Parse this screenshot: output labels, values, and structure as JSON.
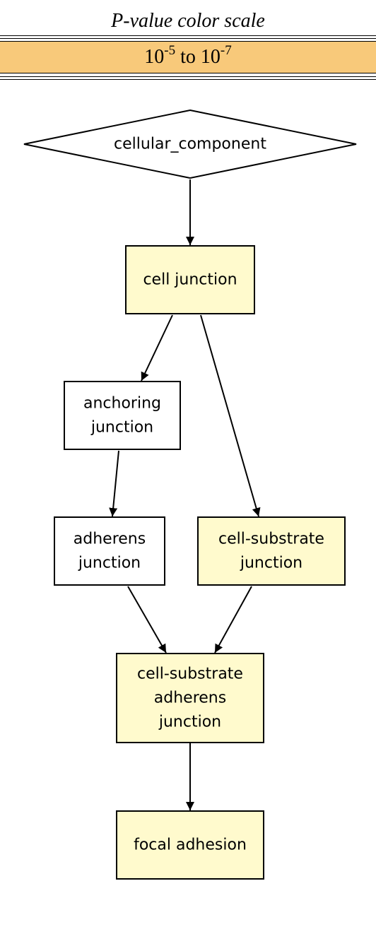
{
  "legend": {
    "title": "P-value color scale",
    "range_base_low": "10",
    "range_exp_low": "-5",
    "range_mid": " to ",
    "range_base_high": "10",
    "range_exp_high": "-7",
    "bar_color": "#F8C97A"
  },
  "colors": {
    "highlight": "#FFFACD",
    "plain": "#FFFFFF",
    "stroke": "#000000"
  },
  "nodes": [
    {
      "id": "cellular_component",
      "lines": [
        "cellular_component"
      ],
      "shape": "diamond",
      "highlighted": false
    },
    {
      "id": "cell_junction",
      "lines": [
        "cell junction"
      ],
      "shape": "box",
      "highlighted": true
    },
    {
      "id": "anchoring_junction",
      "lines": [
        "anchoring",
        "junction"
      ],
      "shape": "box",
      "highlighted": false
    },
    {
      "id": "adherens_junction",
      "lines": [
        "adherens",
        "junction"
      ],
      "shape": "box",
      "highlighted": false
    },
    {
      "id": "cell_substrate_junction",
      "lines": [
        "cell-substrate",
        "junction"
      ],
      "shape": "box",
      "highlighted": true
    },
    {
      "id": "cell_substrate_adherens_junction",
      "lines": [
        "cell-substrate",
        "adherens",
        "junction"
      ],
      "shape": "box",
      "highlighted": true
    },
    {
      "id": "focal_adhesion",
      "lines": [
        "focal adhesion"
      ],
      "shape": "box",
      "highlighted": true
    }
  ],
  "edges": [
    {
      "from": "cellular_component",
      "to": "cell_junction"
    },
    {
      "from": "cell_junction",
      "to": "anchoring_junction"
    },
    {
      "from": "cell_junction",
      "to": "cell_substrate_junction"
    },
    {
      "from": "anchoring_junction",
      "to": "adherens_junction"
    },
    {
      "from": "adherens_junction",
      "to": "cell_substrate_adherens_junction"
    },
    {
      "from": "cell_substrate_junction",
      "to": "cell_substrate_adherens_junction"
    },
    {
      "from": "cell_substrate_adherens_junction",
      "to": "focal_adhesion"
    }
  ]
}
